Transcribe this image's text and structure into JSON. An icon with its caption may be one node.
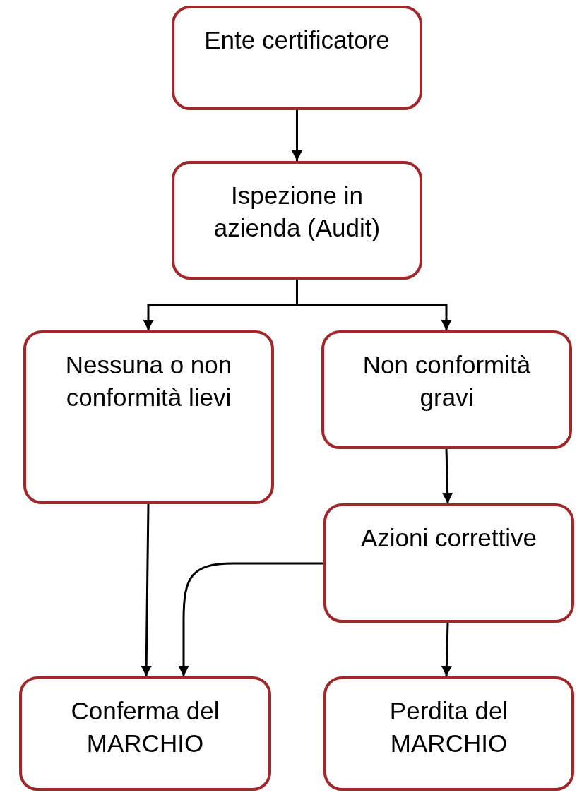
{
  "diagram": {
    "nodes": [
      {
        "text": [
          "Ente certificatore"
        ]
      },
      {
        "text": [
          "Ispezione in azienda (Audit)"
        ]
      },
      {
        "text": [
          "Nessuna o non conformità lievi"
        ]
      },
      {
        "text": [
          "Non conformità gravi"
        ]
      },
      {
        "text": [
          "Azioni correttive"
        ]
      },
      {
        "text": [
          "Conferma del MARCHIO"
        ]
      },
      {
        "text": [
          "Perdita del MARCHIO"
        ]
      }
    ],
    "edges": [
      {
        "from": 0,
        "to": 1,
        "arrow": "to"
      },
      {
        "from": 1,
        "to": 2,
        "arrow": "to"
      },
      {
        "from": 1,
        "to": 3,
        "arrow": "to"
      },
      {
        "from": 2,
        "to": 5,
        "arrow": "to"
      },
      {
        "from": 3,
        "to": 4,
        "arrow": "to"
      },
      {
        "from": 4,
        "to": 5,
        "arrow": "to"
      },
      {
        "from": 4,
        "to": 6,
        "arrow": "to"
      }
    ]
  }
}
